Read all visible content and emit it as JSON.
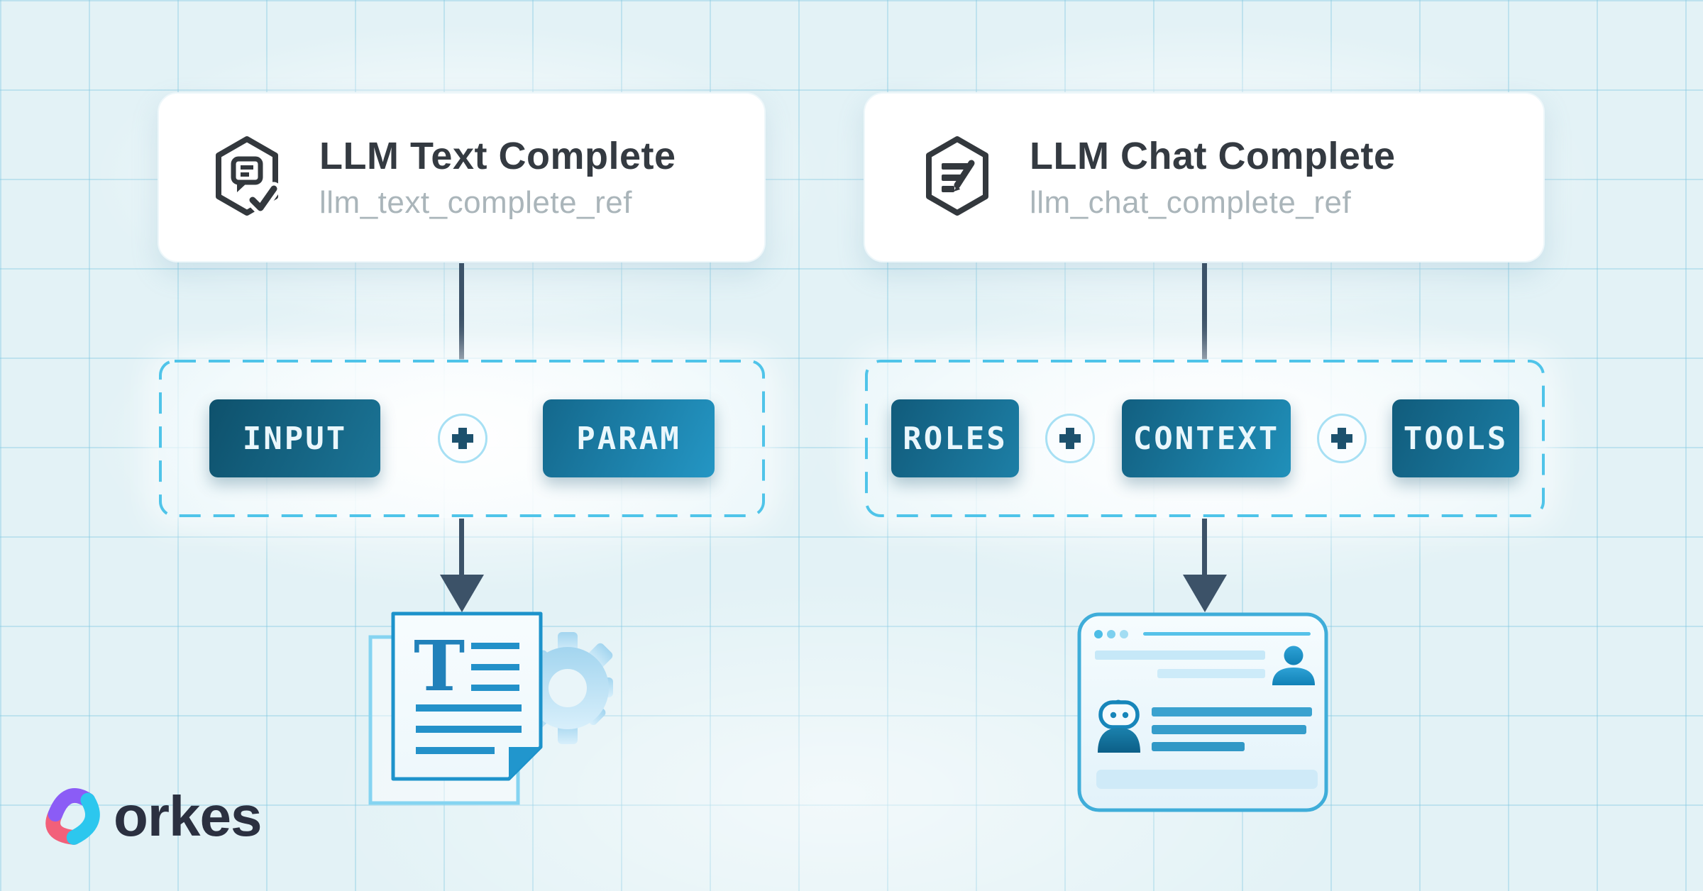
{
  "cards": [
    {
      "title": "LLM Text Complete",
      "ref": "llm_text_complete_ref",
      "icon": "hexagon-chat-check-icon"
    },
    {
      "title": "LLM Chat Complete",
      "ref": "llm_chat_complete_ref",
      "icon": "hexagon-document-edit-icon"
    }
  ],
  "groups": [
    {
      "chips": [
        "INPUT",
        "PARAM"
      ],
      "plus": "+"
    },
    {
      "chips": [
        "ROLES",
        "CONTEXT",
        "TOOLS"
      ],
      "plus": "+"
    }
  ],
  "outputs": [
    {
      "name": "text-document-with-gear"
    },
    {
      "name": "chat-conversation-window"
    }
  ],
  "logo": {
    "text": "orkes",
    "mark": "orkes-triangle-swirl-mark"
  },
  "colors": {
    "background": "#e3f2f6",
    "grid_line": "#bfe3ee",
    "card_background": "#ffffff",
    "title_text": "#343a41",
    "ref_text": "#aab5ba",
    "icon_dark": "#33383d",
    "dashed_border": "#4fc4e9",
    "connector": "#3c5268",
    "chip_text": "#eaf7fc",
    "chip_input": "#11597a",
    "chip_param": "#1d87b2",
    "chip_roles": "#146284",
    "chip_context": "#17719a",
    "chip_tools": "#135e80",
    "plus_sign": "#1d516d",
    "plus_ring": "#a7e0f4",
    "doc_blue": "#1d93cb",
    "doc_back_page": "#85d4f1",
    "gear_blue": "#b9ddf2",
    "chat_border": "#3fadd9",
    "chat_dark_bar": "#379fcd",
    "chat_light_bar": "#c9e8f8",
    "bot_blue": "#1786ba",
    "logo_purple": "#8b5cf6",
    "logo_cyan": "#2cc7ee",
    "logo_pink": "#f2607a",
    "logo_text": "#2b3040"
  }
}
